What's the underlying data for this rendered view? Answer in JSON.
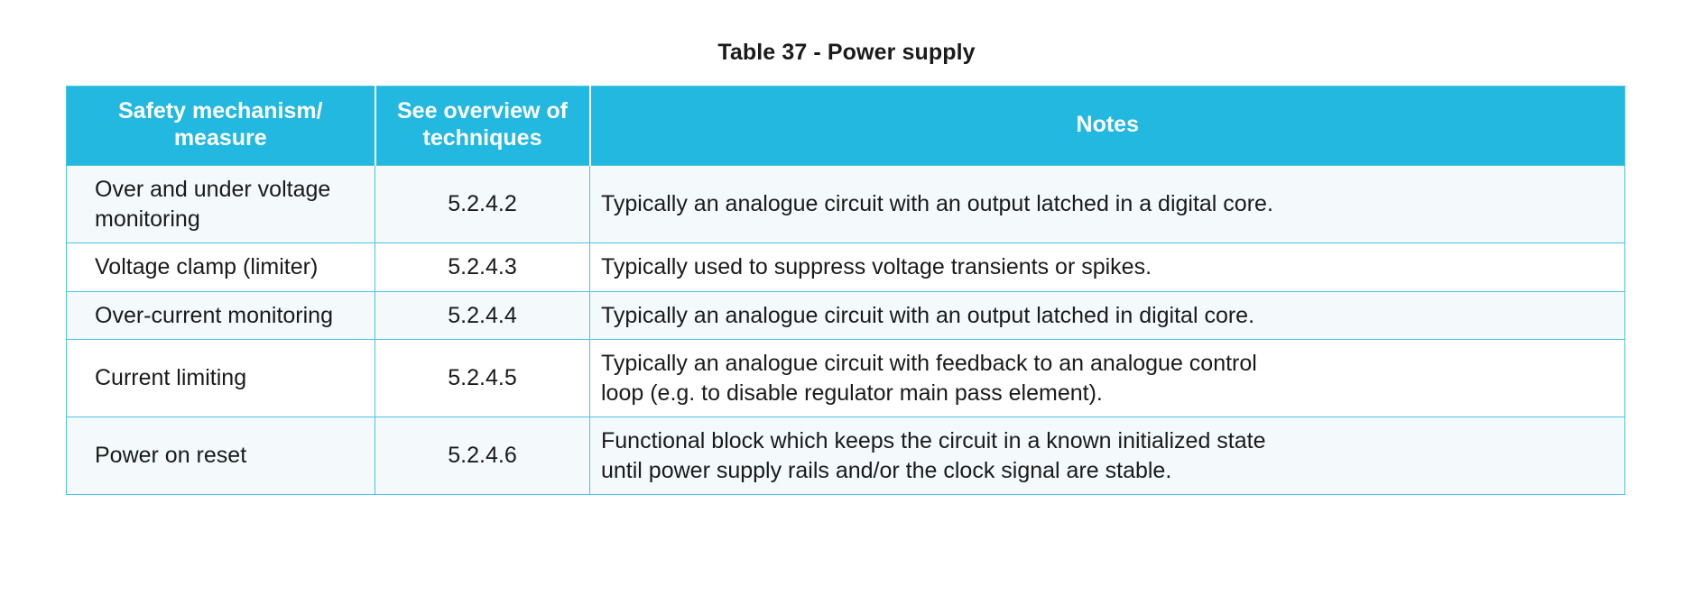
{
  "document": {
    "caption": "Table 37 - Power supply",
    "accent_color": "#22b8e0",
    "border_color": "#4cc3e8",
    "row_stripe_color": "#f4f9fb",
    "row_alt_color": "#ffffff",
    "header_text_color": "#ffffff",
    "body_text_color": "#1a1a1a"
  },
  "table": {
    "columns": [
      {
        "key": "mechanism",
        "header_line1": "Safety mechanism/",
        "header_line2": "measure",
        "align": "left"
      },
      {
        "key": "technique",
        "header_line1": "See overview of",
        "header_line2": "techniques",
        "align": "center"
      },
      {
        "key": "notes",
        "header_line1": "Notes",
        "header_line2": "",
        "align": "center"
      }
    ],
    "rows": [
      {
        "mechanism": "Over and under voltage monitoring",
        "technique": "5.2.4.2",
        "notes_line1": "Typically an analogue circuit with an output latched in a digital core.",
        "notes_line2": ""
      },
      {
        "mechanism": "Voltage clamp (limiter)",
        "technique": "5.2.4.3",
        "notes_line1": "Typically used to suppress voltage transients or spikes.",
        "notes_line2": ""
      },
      {
        "mechanism": "Over-current monitoring",
        "technique": "5.2.4.4",
        "notes_line1": "Typically an analogue circuit with an output latched in digital core.",
        "notes_line2": ""
      },
      {
        "mechanism": "Current limiting",
        "technique": "5.2.4.5",
        "notes_line1": "Typically an analogue circuit with feedback to an analogue control",
        "notes_line2": "loop (e.g. to disable regulator main pass element)."
      },
      {
        "mechanism": "Power on reset",
        "technique": "5.2.4.6",
        "notes_line1": "Functional block which keeps the circuit in a known initialized state",
        "notes_line2": "until power supply rails and/or the clock signal are stable."
      }
    ]
  }
}
